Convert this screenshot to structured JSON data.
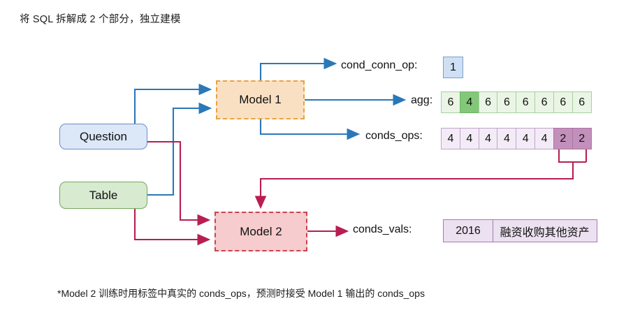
{
  "title": "将 SQL 拆解成 2 个部分，独立建模",
  "footnote": "*Model 2 训练时用标签中真实的 conds_ops，预测时接受 Model 1 输出的 conds_ops",
  "nodes": {
    "question": "Question",
    "table": "Table",
    "model1": "Model 1",
    "model2": "Model 2"
  },
  "outputs": {
    "cond_conn_op": {
      "label": "cond_conn_op:",
      "value": "1"
    },
    "agg": {
      "label": "agg:",
      "cells": [
        "6",
        "4",
        "6",
        "6",
        "6",
        "6",
        "6",
        "6"
      ],
      "highlighted_index": 1
    },
    "conds_ops": {
      "label": "conds_ops:",
      "cells": [
        "4",
        "4",
        "4",
        "4",
        "4",
        "4",
        "2",
        "2"
      ],
      "highlighted_indices": [
        6,
        7
      ]
    },
    "conds_vals": {
      "label": "conds_vals:",
      "values": [
        "2016",
        "融资收购其他资产"
      ]
    }
  },
  "colors": {
    "blue_edge": "#2a78b8",
    "red_edge": "#b81e50",
    "question_fill": "#dce7f7",
    "question_border": "#6a8fc4",
    "table_fill": "#d8ead0",
    "table_border": "#74a85e",
    "model1_fill": "#fae0c3",
    "model1_border": "#e8a33d",
    "model2_fill": "#f6ccce",
    "model2_border": "#c9434f",
    "agg_cell": "#eaf5e6",
    "agg_cell_highlight": "#82c878",
    "ops_cell": "#f3ecf7",
    "ops_cell_highlight": "#c38fbb",
    "vals_cell": "#ece1f0",
    "single_box_fill": "#cfe0f5"
  }
}
